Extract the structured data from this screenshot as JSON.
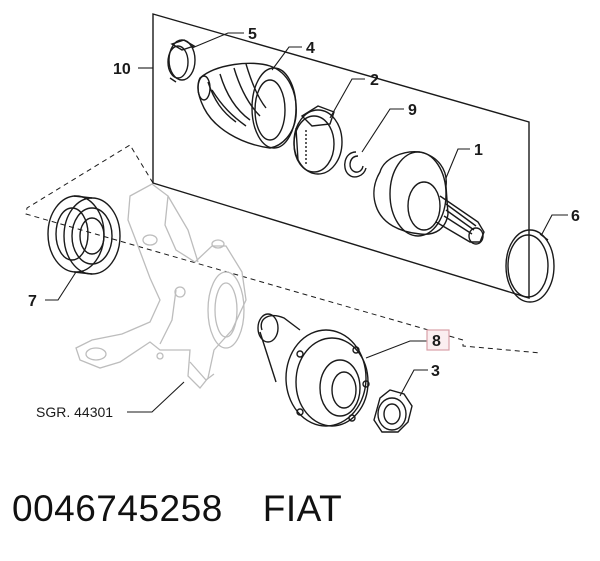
{
  "callouts": {
    "c1": "1",
    "c2": "2",
    "c3": "3",
    "c4": "4",
    "c5": "5",
    "c6": "6",
    "c7": "7",
    "c8": "8",
    "c9": "9",
    "c10": "10"
  },
  "ref_label": "SGR. 44301",
  "highlight_color": "#d9a0a8",
  "footer": {
    "part_number": "0046745258",
    "brand": "FIAT"
  }
}
